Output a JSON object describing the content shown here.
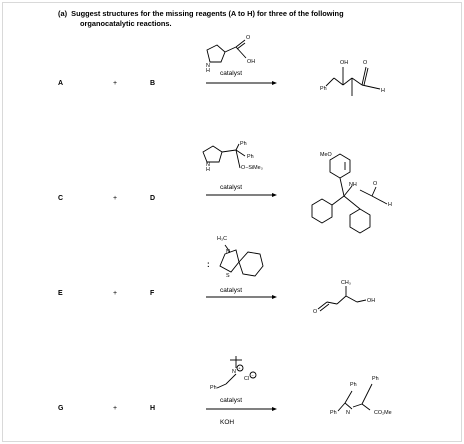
{
  "question": {
    "part": "(a)",
    "line1_a": "Suggest structures for the missing reagents (",
    "line1_b": "A",
    "line1_c": " to ",
    "line1_d": "H",
    "line1_e": ") for ",
    "line1_f": "three",
    "line1_g": " of the following",
    "line2": "organocatalytic reactions."
  },
  "reactions": [
    {
      "left": "A",
      "right": "B",
      "catalyst": "catalyst",
      "atoms": {
        "nh": "N\nH",
        "oh": "OH",
        "o": "O"
      },
      "product": {
        "oh": "OH",
        "o": "O",
        "ph": "Ph",
        "h": "H"
      }
    },
    {
      "left": "C",
      "right": "D",
      "catalyst": "catalyst",
      "atoms": {
        "ph1": "Ph",
        "ph2": "Ph",
        "osi": "O−SiMe₃",
        "nh": "N\nH"
      },
      "product": {
        "meo": "MeO",
        "nh": "NH",
        "o": "O",
        "h": "H"
      }
    },
    {
      "left": "E",
      "right": "F",
      "catalyst": "catalyst",
      "atoms": {
        "h3c": "H₃C",
        "n": "N",
        "s": "S",
        "lone": ":"
      },
      "product": {
        "ch3": "CH₃",
        "oh": "OH",
        "o": "O"
      }
    },
    {
      "left": "G",
      "right": "H",
      "catalyst": "catalyst",
      "base": "KOH",
      "atoms": {
        "n": "N",
        "cl": "Cl",
        "ph": "Ph"
      },
      "product": {
        "ph1": "Ph",
        "ph2": "Ph",
        "ph3": "Ph",
        "n": "N",
        "co2me": "CO₂Me"
      }
    }
  ],
  "plus": "+"
}
